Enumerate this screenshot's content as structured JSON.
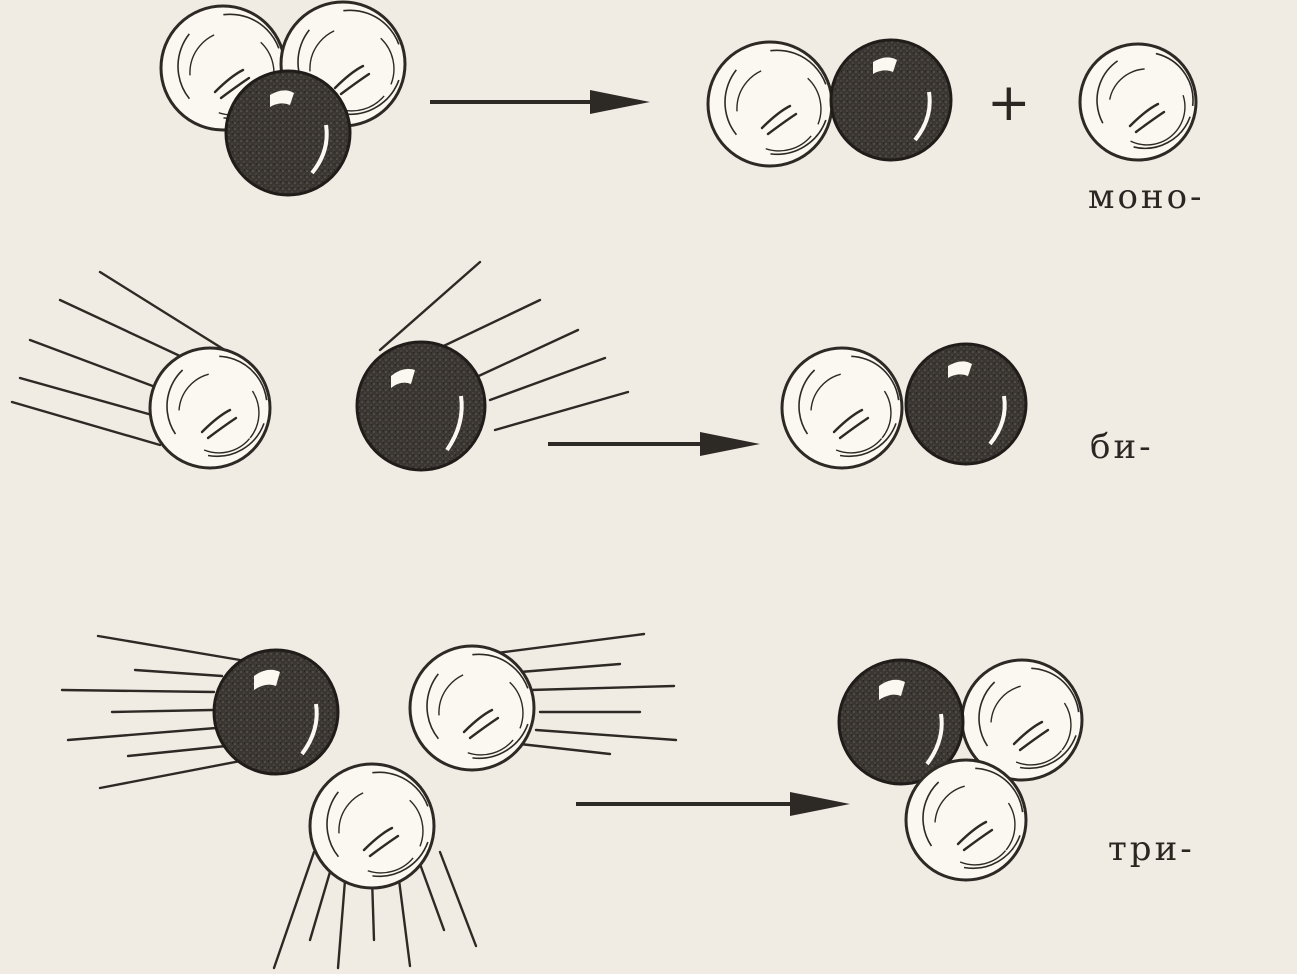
{
  "labels": {
    "mono": "моно-",
    "bi": "би-",
    "tri": "три-",
    "plus": "+"
  },
  "colors": {
    "background": "#f1ece3",
    "ink": "#2d2925",
    "dark_ball": "#3a3632",
    "light_ball": "#fbf8f2"
  },
  "rows": [
    {
      "name": "mono",
      "reactants": [
        "light",
        "light",
        "dark"
      ],
      "products": [
        [
          "light",
          "dark"
        ],
        [
          "light"
        ]
      ]
    },
    {
      "name": "bi",
      "reactants": [
        "light",
        "dark"
      ],
      "products": [
        [
          "light",
          "dark"
        ]
      ]
    },
    {
      "name": "tri",
      "reactants": [
        "dark",
        "light",
        "light"
      ],
      "products": [
        [
          "dark",
          "light",
          "light"
        ]
      ]
    }
  ]
}
